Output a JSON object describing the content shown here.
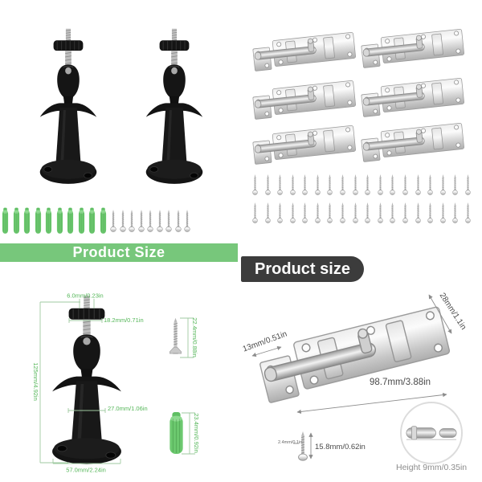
{
  "banners": {
    "left": "Product Size",
    "right": "Product size"
  },
  "mount_diagram": {
    "tip_diameter": "6.0mm/0.23in",
    "knob_diameter": "18.2mm/0.71in",
    "total_height": "125mm/4.92in",
    "column_diameter": "27.0mm/1.06in",
    "base_diameter": "57.0mm/2.24in",
    "mount_screw_length": "22.4mm/0.88in",
    "anchor_length": "23.4mm/0.92in"
  },
  "latch_diagram": {
    "plate_width": "28mm/1.1in",
    "keeper_width": "13mm/0.51in",
    "total_length": "98.7mm/3.88in",
    "screw_diameter": "2.4mm/0.1in",
    "screw_length": "15.8mm/0.62in",
    "barrel_height_label": "Height 9mm/0.35in"
  },
  "counts": {
    "mounts": 2,
    "latches": 6,
    "anchors": 10,
    "mount_screws": 9,
    "latch_screws_row1": 18,
    "latch_screws_row2": 18
  },
  "colors": {
    "banner_green": "#77c77b",
    "label_green": "#53b657",
    "anchor_green": "#6cc96f",
    "pill_dark": "#3c3c3c",
    "dim_gray": "#4a4a4a",
    "height_label_gray": "#8c8c8c"
  }
}
